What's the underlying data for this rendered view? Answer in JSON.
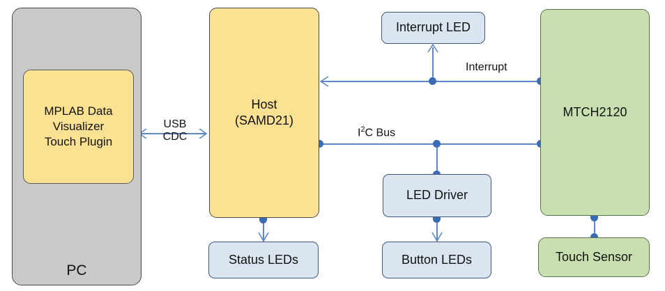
{
  "diagram": {
    "title": "MTCH2120 touch system block diagram",
    "colors": {
      "pc_fill": "#C9C9C9",
      "yellow_fill": "#FCE193",
      "blue_fill": "#DBE5F1",
      "green_fill": "#C8E0B0",
      "connector": "#3A6BB5"
    }
  },
  "blocks": {
    "pc": {
      "label": "PC"
    },
    "plugin": {
      "label": "MPLAB Data\nVisualizer\nTouch Plugin",
      "line1": "MPLAB Data",
      "line2": "Visualizer",
      "line3": "Touch Plugin"
    },
    "host": {
      "line1": "Host",
      "line2": "(SAMD21)"
    },
    "status_leds": {
      "label": "Status LEDs"
    },
    "interrupt_led": {
      "label": "Interrupt LED"
    },
    "led_driver": {
      "label": "LED Driver"
    },
    "button_leds": {
      "label": "Button LEDs"
    },
    "mtch2120": {
      "label": "MTCH2120"
    },
    "touch_sensor": {
      "label": "Touch Sensor"
    }
  },
  "connections": {
    "usb_cdc": {
      "line1": "USB",
      "line2": "CDC"
    },
    "interrupt": {
      "label": "Interrupt"
    },
    "i2c_bus": {
      "prefix": "I",
      "sup": "2",
      "suffix": "C Bus"
    }
  }
}
